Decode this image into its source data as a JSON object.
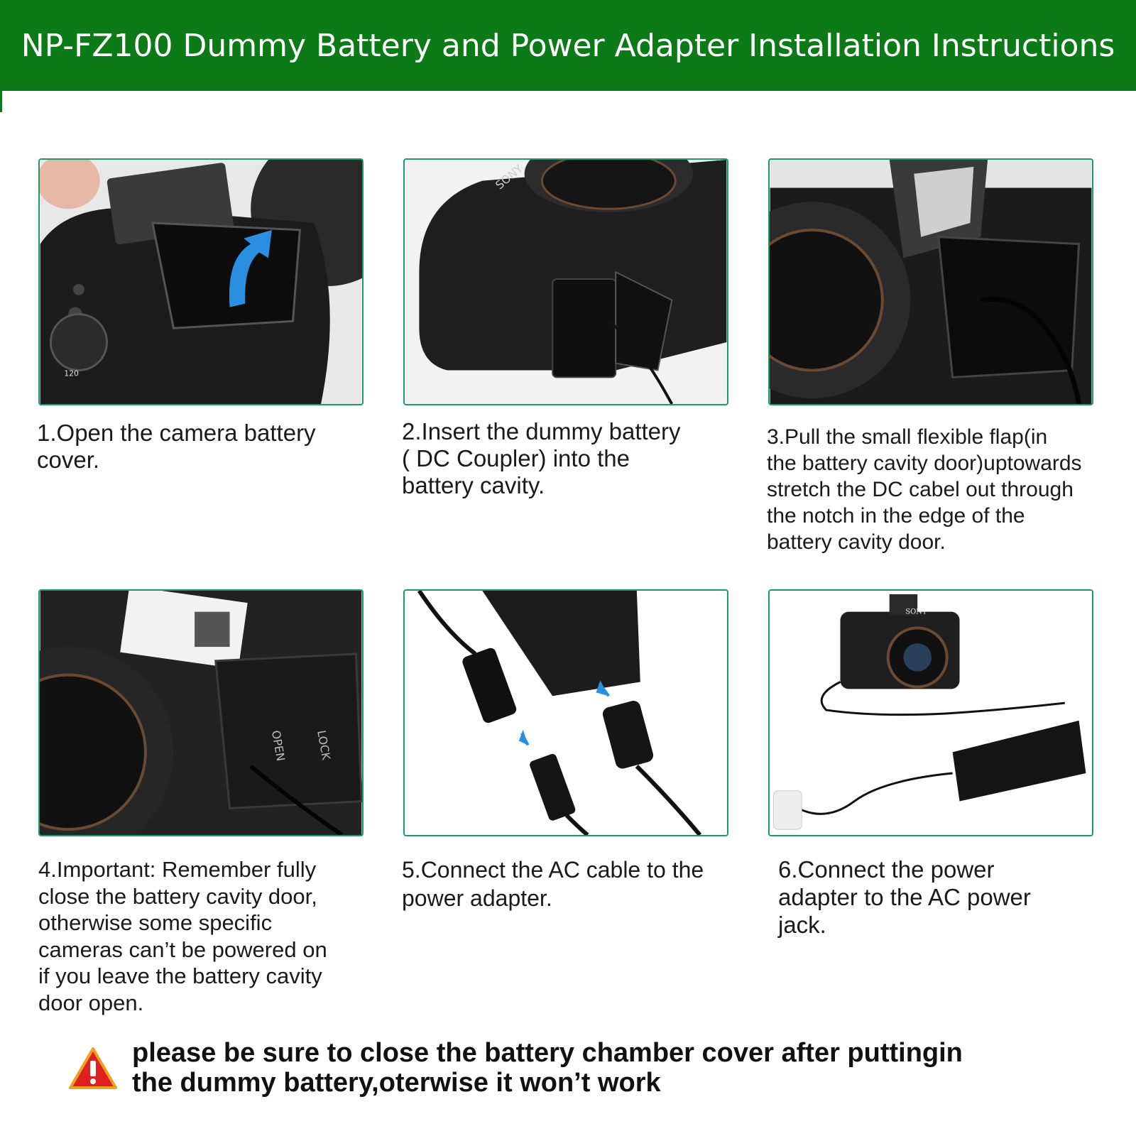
{
  "header": {
    "title": "NP-FZ100 Dummy Battery and Power Adapter Installation Instructions",
    "bg_color": "#0b7a17"
  },
  "steps": [
    {
      "text": "1.Open the camera battery\n cover."
    },
    {
      "text": "2.Insert the dummy battery\n( DC Coupler) into the\nbattery cavity."
    },
    {
      "text": "3.Pull the small flexible flap(in\nthe battery cavity door)uptowards\nstretch the DC cabel out through\n the notch in the edge of the\nbattery cavity door."
    },
    {
      "text": "4.Important: Remember fully\nclose the battery cavity door,\notherwise some specific\ncameras can’t be powered on\nif you leave the battery cavity\ndoor open."
    },
    {
      "text": "5.Connect the AC cable to the\n power adapter."
    },
    {
      "text": "6.Connect the power\nadapter to the AC power\njack."
    }
  ],
  "photo_labels": {
    "brand": "SONY",
    "open": "OPEN",
    "lock": "LOCK",
    "dial": "120"
  },
  "warning": {
    "text": "please be sure to close the battery chamber cover after puttingin\nthe dummy battery,oterwise it won’t work",
    "icon": "warning-triangle-icon",
    "icon_color": "#e02020"
  },
  "colors": {
    "panel_border": "#1d9a6b",
    "arrow_blue": "#2a8fe0"
  }
}
